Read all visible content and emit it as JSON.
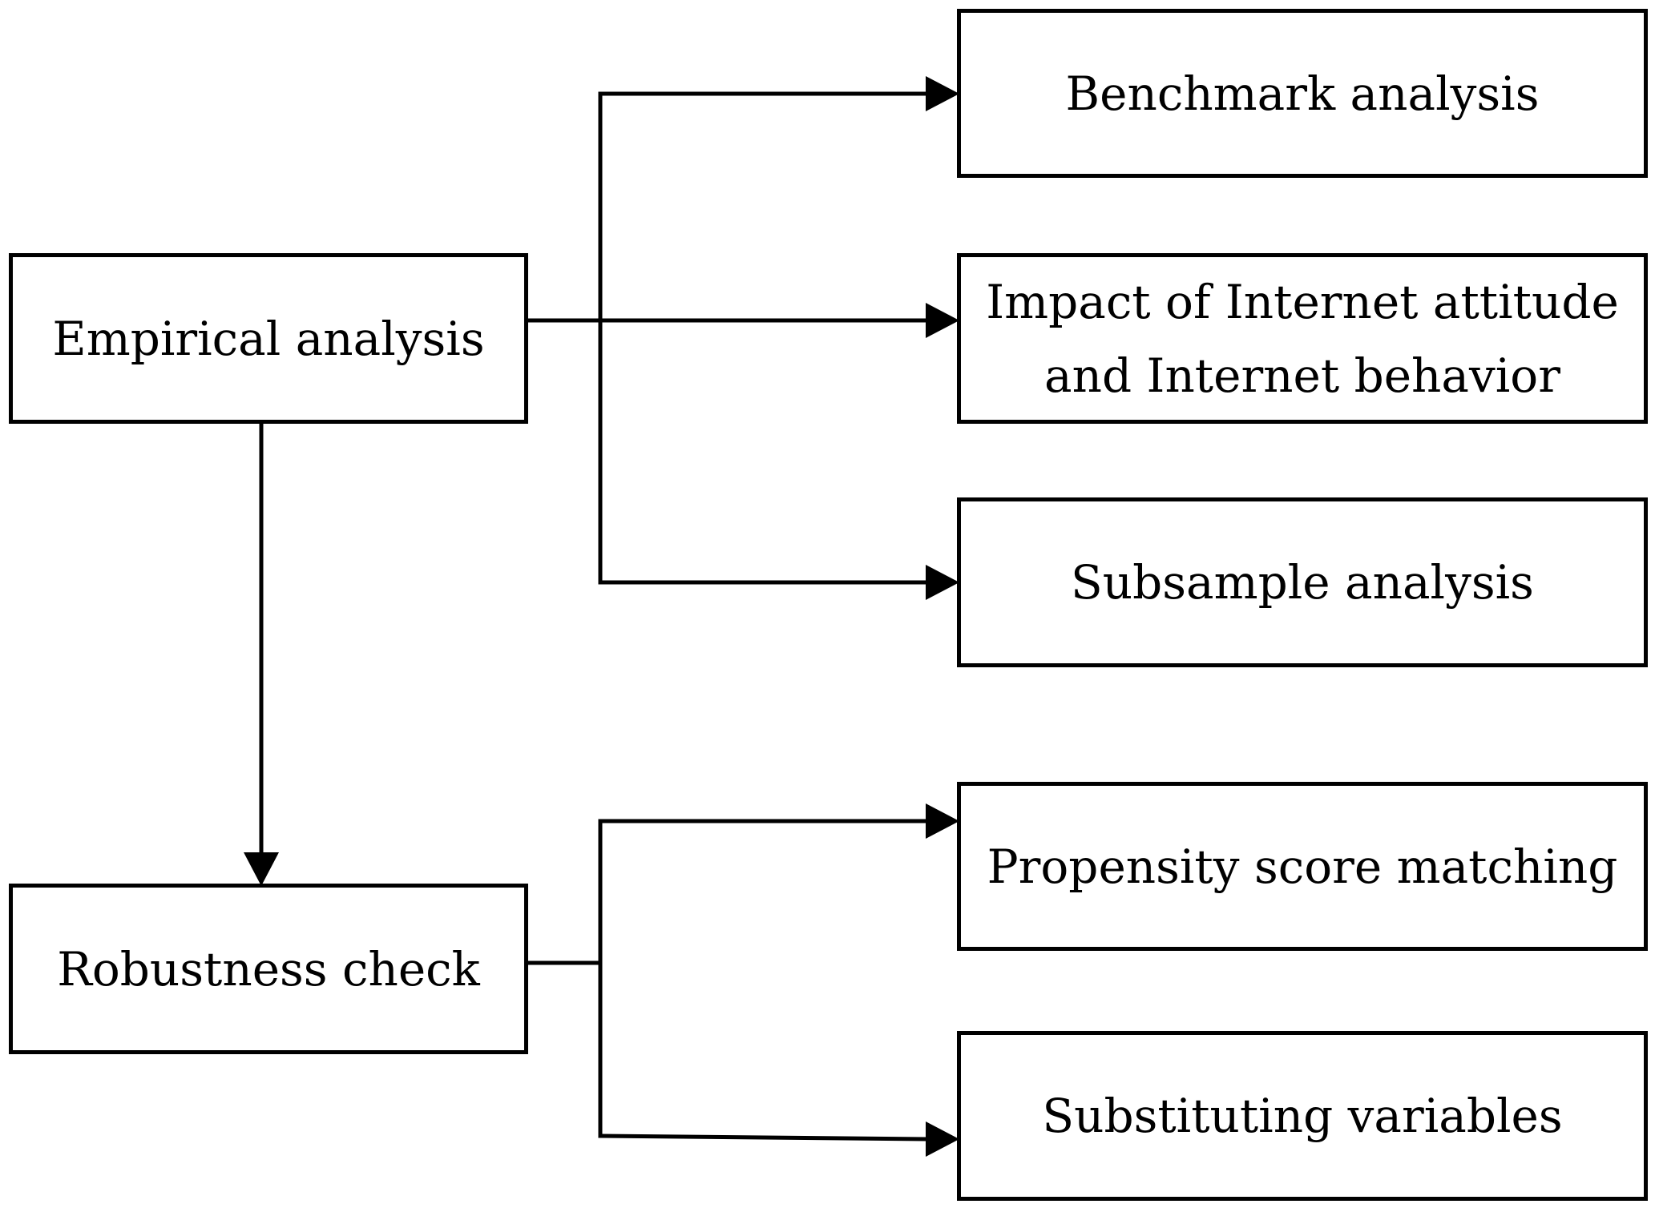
{
  "diagram": {
    "nodes": {
      "empirical_analysis": "Empirical analysis",
      "robustness_check": "Robustness check",
      "benchmark_analysis": "Benchmark analysis",
      "impact_internet": "Impact of Internet attitude\nand Internet behavior",
      "subsample_analysis": "Subsample analysis",
      "propensity_score_matching": "Propensity score matching",
      "substituting_variables": "Substituting variables"
    },
    "edges": [
      {
        "from": "empirical_analysis",
        "to": "benchmark_analysis"
      },
      {
        "from": "empirical_analysis",
        "to": "impact_internet"
      },
      {
        "from": "empirical_analysis",
        "to": "subsample_analysis"
      },
      {
        "from": "empirical_analysis",
        "to": "robustness_check"
      },
      {
        "from": "robustness_check",
        "to": "propensity_score_matching"
      },
      {
        "from": "robustness_check",
        "to": "substituting_variables"
      }
    ]
  }
}
